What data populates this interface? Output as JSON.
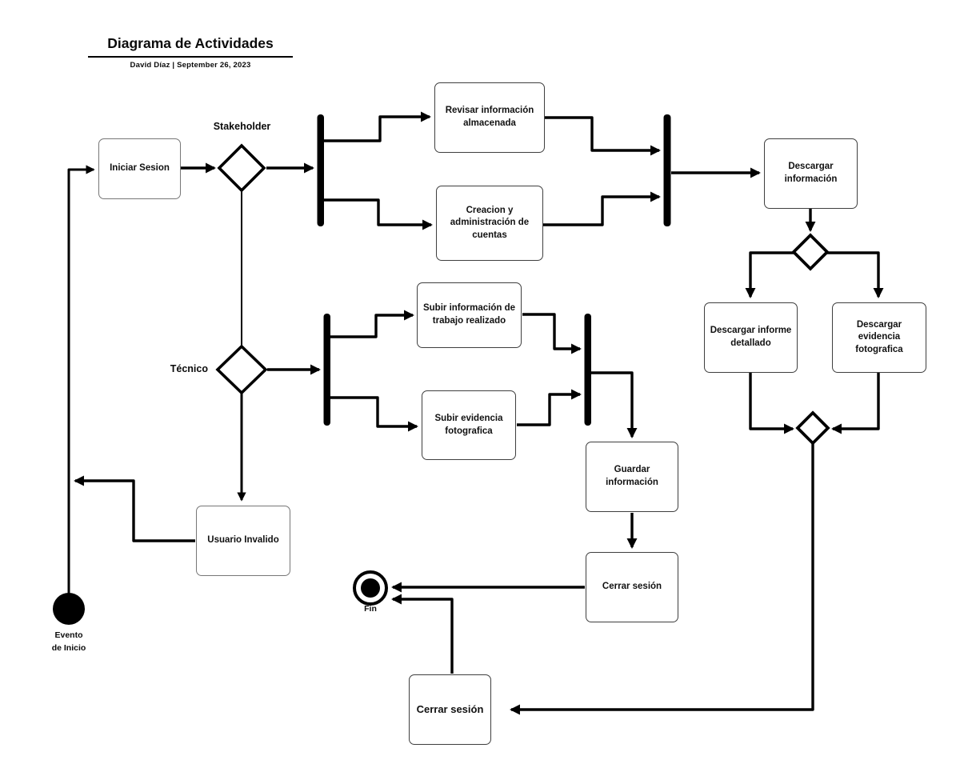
{
  "diagram": {
    "title": "Diagrama de Actividades",
    "byline": "David Díaz  |  September 26, 2023",
    "start_label": "Evento de Inicio",
    "end_label": "Fin",
    "decisions": {
      "stakeholder": "Stakeholder",
      "tecnico": "Técnico"
    },
    "activities": {
      "iniciar": "Iniciar Sesion",
      "revisar": "Revisar información almacenada",
      "creacion": "Creacion y administración de cuentas",
      "descargar_info": "Descargar información",
      "descargar_informe": "Descargar informe detallado",
      "descargar_evidencia": "Descargar evidencia fotografica",
      "subir_info": "Subir información de trabajo realizado",
      "subir_evidencia": "Subir evidencia fotografica",
      "guardar": "Guardar información",
      "cerrar_sesion_1": "Cerrar sesión",
      "cerrar_sesion_2": "Cerrar sesión",
      "usuario_invalido": "Usuario Invalido"
    },
    "colors": {
      "stroke": "#000000",
      "box_border": "#3f3f3f",
      "background": "#ffffff"
    }
  }
}
